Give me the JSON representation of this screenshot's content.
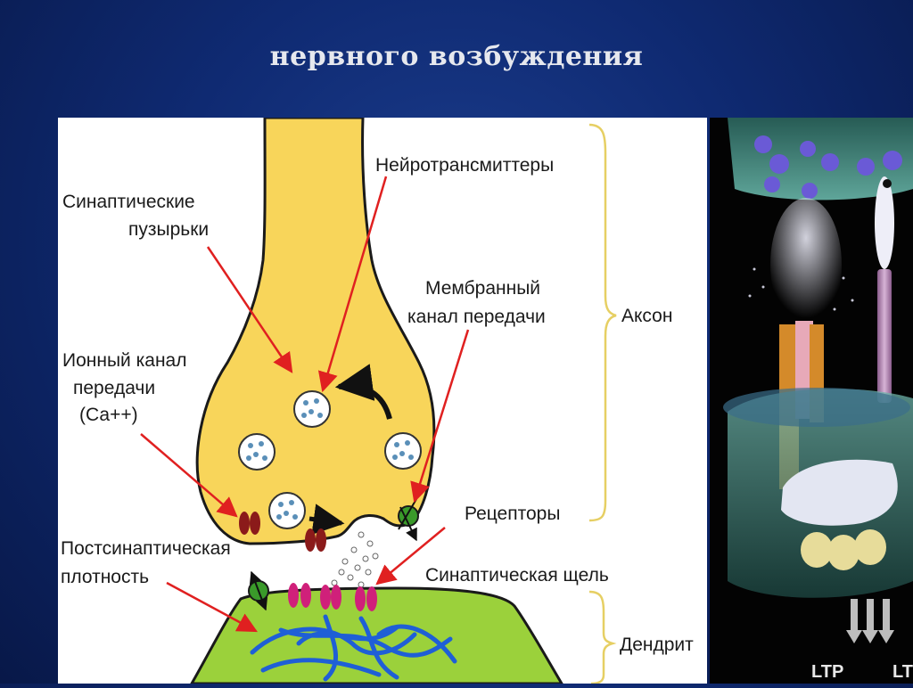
{
  "slide": {
    "title": "нервного возбуждения"
  },
  "diagram": {
    "labels": {
      "vesicles_line1": "Синаптические",
      "vesicles_line2": "пузырьки",
      "neurotransmitters": "Нейротрансмиттеры",
      "membrane_channel_line1": "Мембранный",
      "membrane_channel_line2": "канал передачи",
      "axon": "Аксон",
      "ion_channel_line1": "Ионный канал",
      "ion_channel_line2": "передачи",
      "ion_channel_line3": "(Са++)",
      "receptors": "Рецепторы",
      "psd_line1": "Постсинаптическая",
      "psd_line2": "плотность",
      "cleft": "Синаптическая щель",
      "dendrite": "Дендрит"
    },
    "colors": {
      "axon_fill": "#f8d55a",
      "dendrite_fill": "#9bd13b",
      "arrow": "#e02020",
      "ion_channel": "#8b1a1a",
      "receptor": "#d0207a",
      "membrane_channel": "#3a9a2a"
    }
  },
  "illustration": {
    "labels": [
      "LTP",
      "LTP"
    ]
  }
}
